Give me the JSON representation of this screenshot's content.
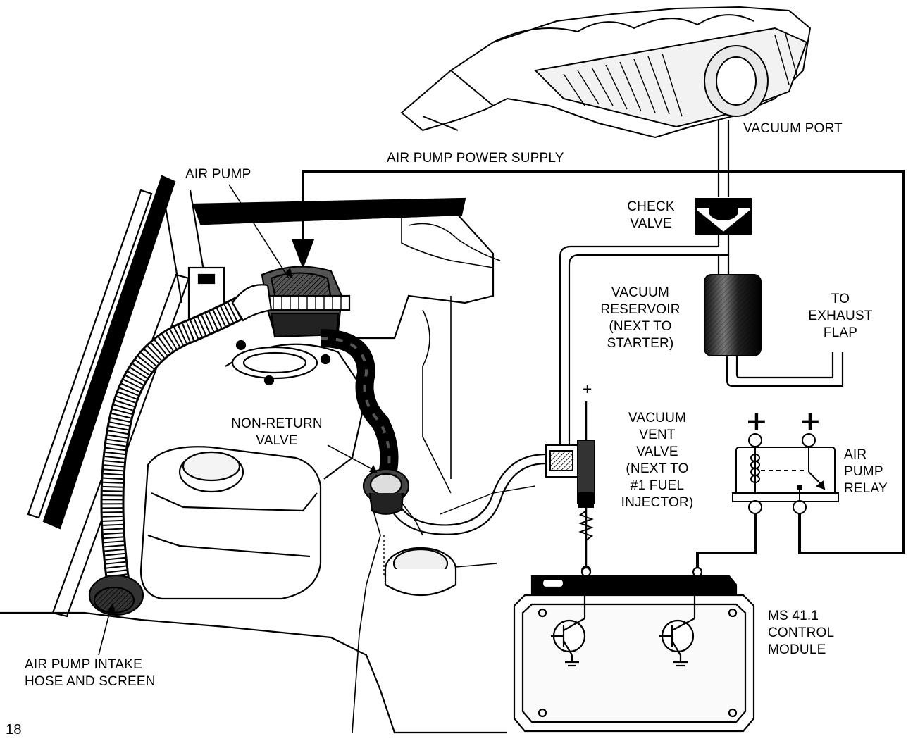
{
  "labels": {
    "vacuum_port": "VACUUM PORT",
    "air_pump_power_supply": "AIR PUMP POWER SUPPLY",
    "air_pump": "AIR PUMP",
    "check_valve": "CHECK\nVALVE",
    "vacuum_reservoir": "VACUUM\nRESERVOIR\n(NEXT TO\nSTARTER)",
    "to_exhaust_flap": "TO\nEXHAUST\nFLAP",
    "non_return_valve": "NON-RETURN\nVALVE",
    "vacuum_vent_valve": "VACUUM\nVENT\nVALVE\n(NEXT TO\n#1 FUEL\nINJECTOR)",
    "air_pump_relay": "AIR\nPUMP\nRELAY",
    "control_module": "MS 41.1\nCONTROL\nMODULE",
    "air_pump_intake": "AIR PUMP INTAKE\nHOSE AND SCREEN",
    "page_number": "18"
  },
  "symbols": {
    "plus_small": "+",
    "plus_relay_left": "+",
    "plus_relay_right": "+"
  },
  "colors": {
    "ink": "#000000",
    "paper": "#ffffff",
    "shade": "#3a3a3a"
  }
}
